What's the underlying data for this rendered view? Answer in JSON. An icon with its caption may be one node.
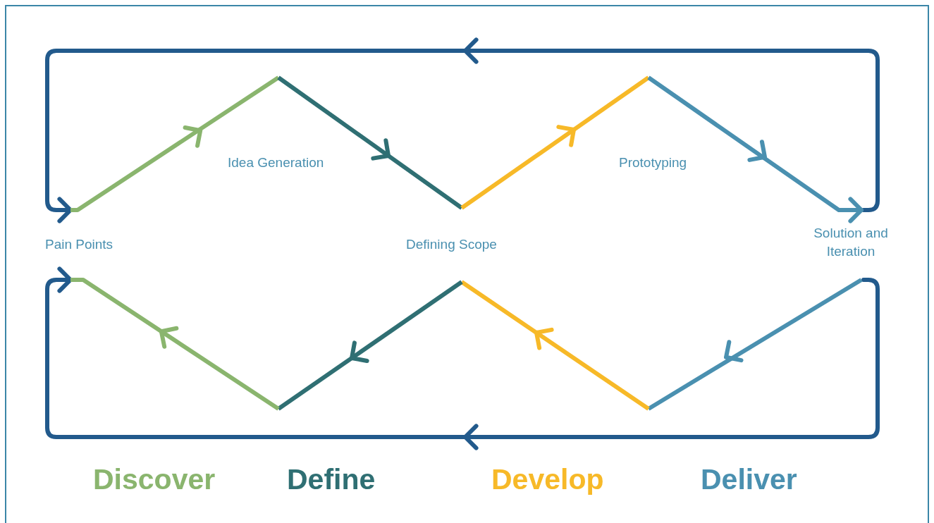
{
  "diagram": {
    "labels": [
      "Idea Generation",
      "Prototyping",
      "Pain Points",
      "Defining Scope",
      "Solution and Iteration",
      "Discover",
      "Define",
      "Develop",
      "Deliver"
    ]
  }
}
